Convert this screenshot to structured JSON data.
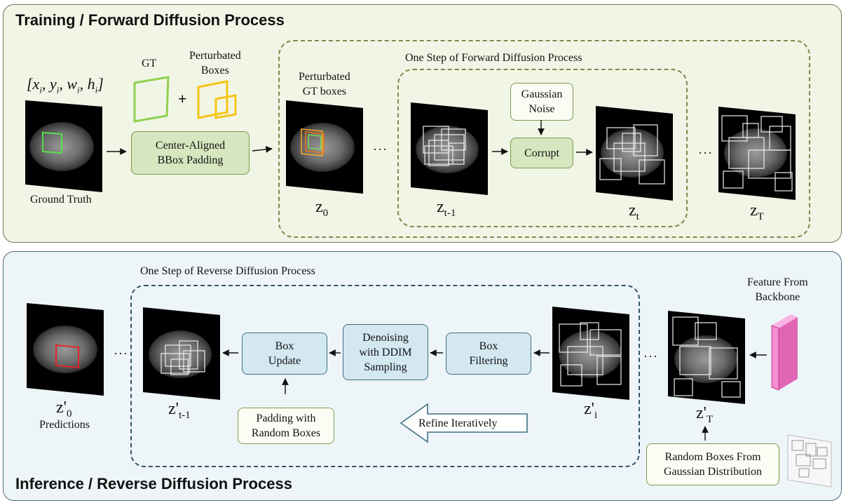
{
  "training": {
    "title": "Training / Forward Diffusion Process",
    "bbox_formula": "[x",
    "gt_label": "GT",
    "perturbated_boxes_label": "Perturbated\nBoxes",
    "plus": "+",
    "ground_truth_label": "Ground Truth",
    "padding_box": "Center-Aligned\nBBox Padding",
    "perturbated_gt_label": "Perturbated\nGT boxes",
    "forward_step_title": "One Step of Forward Diffusion Process",
    "gaussian_noise": "Gaussian\nNoise",
    "corrupt": "Corrupt",
    "z0": "z",
    "z0_sub": "0",
    "zt1": "z",
    "zt1_sub": "t-1",
    "zt": "z",
    "zt_sub": "t",
    "zT": "z",
    "zT_sub": "T",
    "ellipsis": "···"
  },
  "inference": {
    "title": "Inference / Reverse Diffusion Process",
    "reverse_step_title": "One Step of Reverse Diffusion Process",
    "feature_label": "Feature From\nBackbone",
    "box_update": "Box\nUpdate",
    "denoising": "Denoising\nwith DDIM\nSampling",
    "box_filtering": "Box\nFiltering",
    "padding_random": "Padding with\nRandom Boxes",
    "refine": "Refine Iteratively",
    "random_boxes": "Random Boxes From\nGaussian Distribution",
    "predictions": "Predictions",
    "z0p": "z'",
    "z0p_sub": "0",
    "zt1p": "z'",
    "zt1p_sub": "t-1",
    "zip": "z'",
    "zip_sub": "i",
    "zTp": "z'",
    "zTp_sub": "T",
    "ellipsis": "···"
  },
  "colors": {
    "gt_box": "#8fd14f",
    "perturbated_box": "#f5c518",
    "prediction_box": "#e3242b",
    "feature_map": "#f48fd0"
  }
}
